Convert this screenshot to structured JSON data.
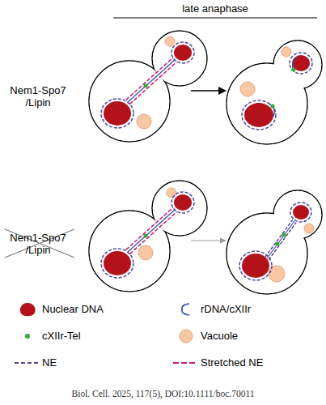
{
  "diagram": {
    "caption": "Biol. Cell. 2025, 117(5), DOI:10.1111/boc.70011",
    "labels": [
      "late anaphase",
      "Nem1-Spo7 /Lipin",
      "Nem1-Spo7 /Lipin"
    ],
    "legend": [
      {
        "text": "Nuclear DNA",
        "color": "#b3121b"
      },
      {
        "text": "rDNA/cXIIr"
      },
      {
        "text": "cXIIr-Tel",
        "color": "#39a935"
      },
      {
        "text": "Vacuole",
        "color": "#f9c7a4"
      },
      {
        "text": "NE"
      },
      {
        "text": "Stretched NE"
      }
    ]
  }
}
